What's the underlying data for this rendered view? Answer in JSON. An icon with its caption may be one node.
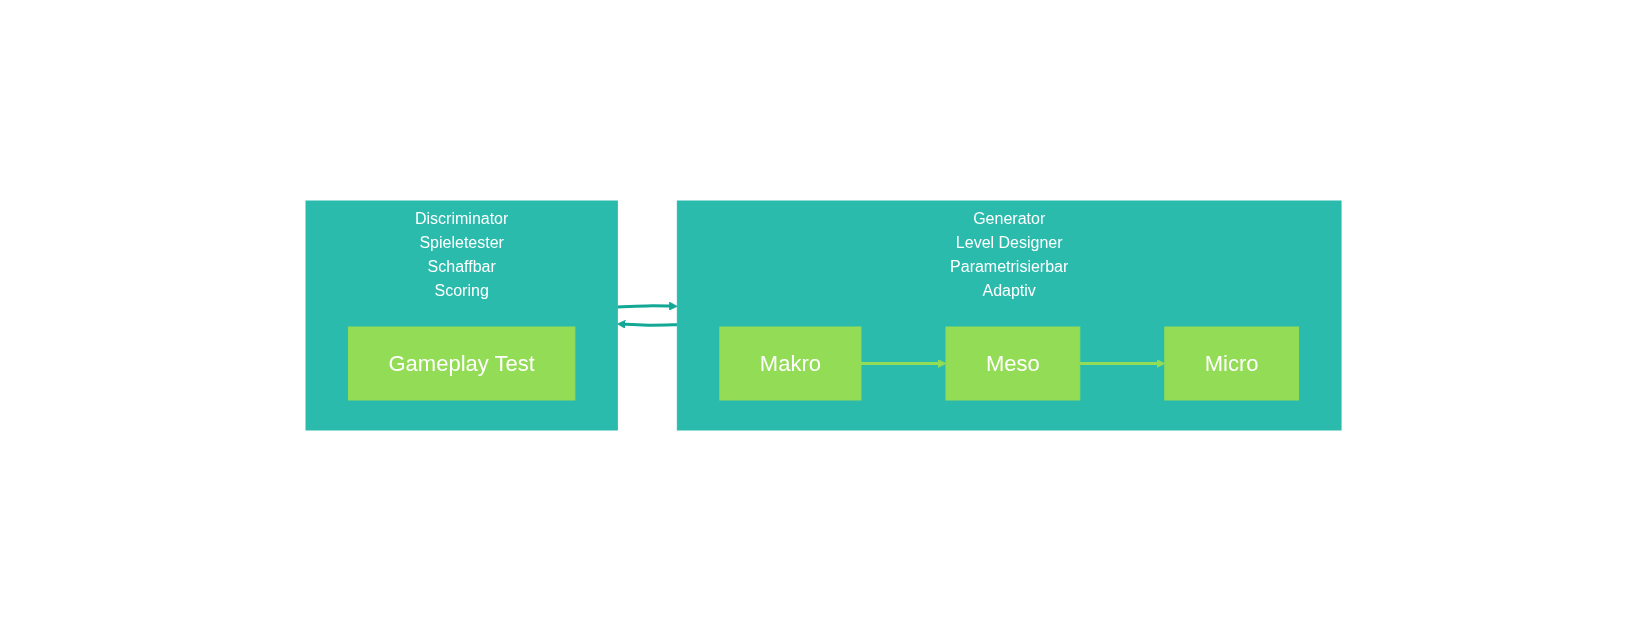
{
  "diagram": {
    "nodes": [
      {
        "text": [
          "Generator",
          "Level Designer",
          "Parametrisierbar",
          "Adaptiv"
        ]
      },
      {
        "text": [
          "Makro"
        ],
        "in": 0
      },
      {
        "text": [
          "Meso"
        ],
        "in": 0
      },
      {
        "text": [
          "Micro"
        ],
        "in": 0
      },
      {
        "text": [
          "Discriminator",
          "Spieletester",
          "Schaffbar",
          "Scoring"
        ]
      },
      {
        "text": [
          "Gameplay Test"
        ],
        "in": 4
      }
    ],
    "edges": [
      {
        "from": 1,
        "to": 2,
        "arrow": "to",
        "color": "#93dc55"
      },
      {
        "from": 2,
        "to": 3,
        "arrow": "to",
        "color": "#93dc55"
      },
      {
        "from": 0,
        "to": 4,
        "arrow": "to",
        "color": "#13a796"
      },
      {
        "from": 4,
        "to": 0,
        "arrow": "to",
        "color": "#13a796"
      }
    ]
  }
}
